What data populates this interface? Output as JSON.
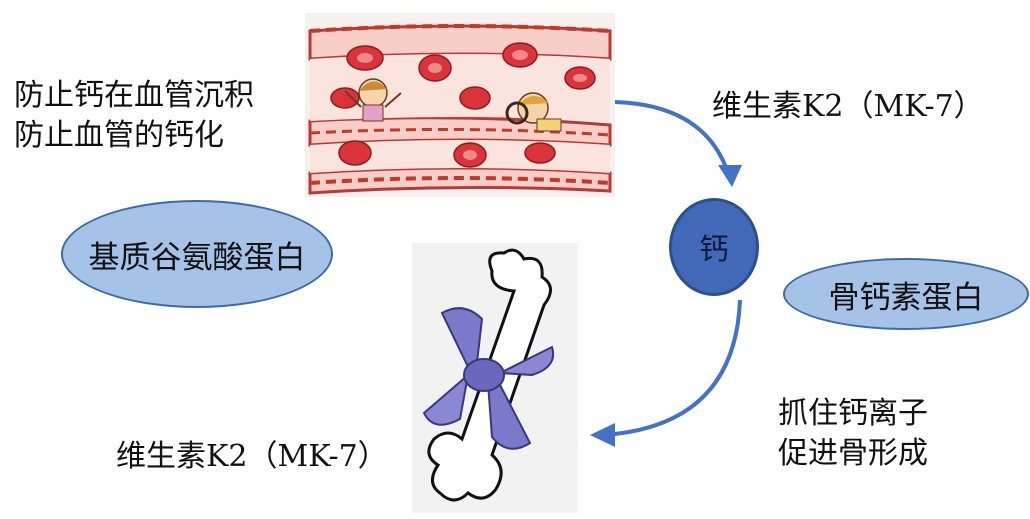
{
  "labels": {
    "vessel_line1": "防止钙在血管沉积",
    "vessel_line2": "防止血管的钙化",
    "k2_top": "维生素K2（MK-7）",
    "matrix_gla": "基质谷氨酸蛋白",
    "calcium": "钙",
    "osteocalcin": "骨钙素蛋白",
    "bone_line1": "抓住钙离子",
    "bone_line2": "促进骨形成",
    "k2_bottom": "维生素K2（MK-7）"
  },
  "icons": {
    "vessel": "blood-vessel-illustration",
    "bone": "bone-with-bow-illustration",
    "arrow_top": "curved-arrow-down",
    "arrow_bottom": "curved-arrow-left"
  },
  "colors": {
    "ellipse_fill": "#a4c3e6",
    "ellipse_border": "#3f6aa8",
    "calcium_fill": "#4169b8",
    "arrow": "#4472c4",
    "vessel_wall": "#f7c8bf",
    "blood_cell": "#d9343c",
    "bow": "#7b79c9"
  }
}
